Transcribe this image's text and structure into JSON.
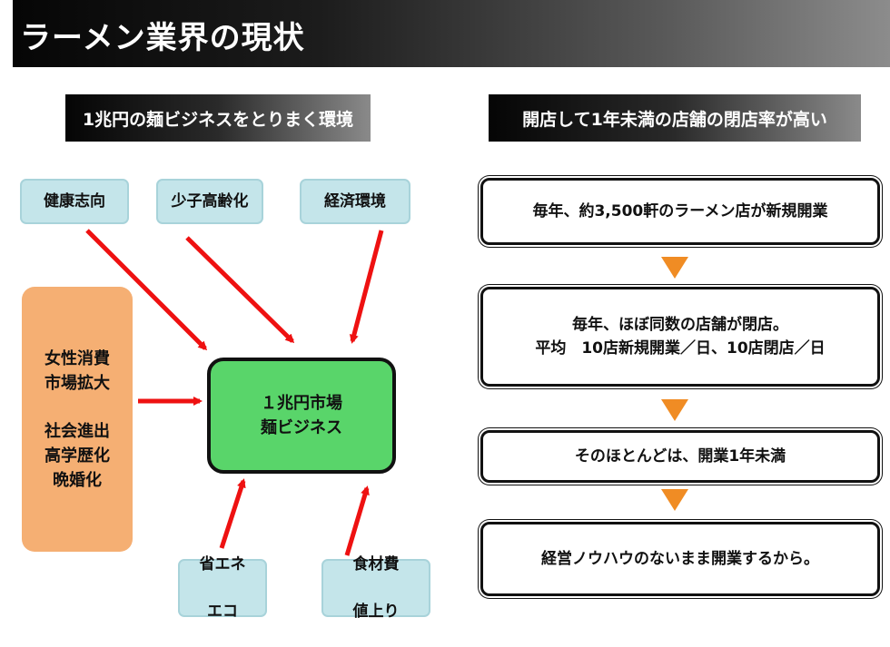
{
  "title": "ラーメン業界の現状",
  "left_heading": "1兆円の麺ビジネスをとりまく環境",
  "right_heading": "開店して1年未満の店舗の閉店率が高い",
  "factors": {
    "health": "健康志向",
    "aging": "少子高齢化",
    "economy": "経済環境",
    "energy_line1": "省エネ",
    "energy_line2": "エコ",
    "food_line1": "食材費",
    "food_line2": "値上り"
  },
  "social": {
    "line1": "女性消費",
    "line2": "市場拡大",
    "line3": "社会進出",
    "line4": "高学歴化",
    "line5": "晩婚化"
  },
  "center": {
    "line1": "１兆円市場",
    "line2": "麺ビジネス"
  },
  "steps": {
    "step1": "毎年、約3,500軒のラーメン店が新規開業",
    "step2_line1": "毎年、ほぼ同数の店舗が閉店。",
    "step2_line2": "平均　10店新規開業／日、10店閉店／日",
    "step3": "そのほとんどは、開業1年未満",
    "step4": "経営ノウハウのないまま開業するから。"
  },
  "colors": {
    "arrow": "#ee1111",
    "factor_fill": "#c4e5ea",
    "social_fill": "#f5af73",
    "center_fill": "#59d56a",
    "step_triangle": "#f08c24"
  }
}
